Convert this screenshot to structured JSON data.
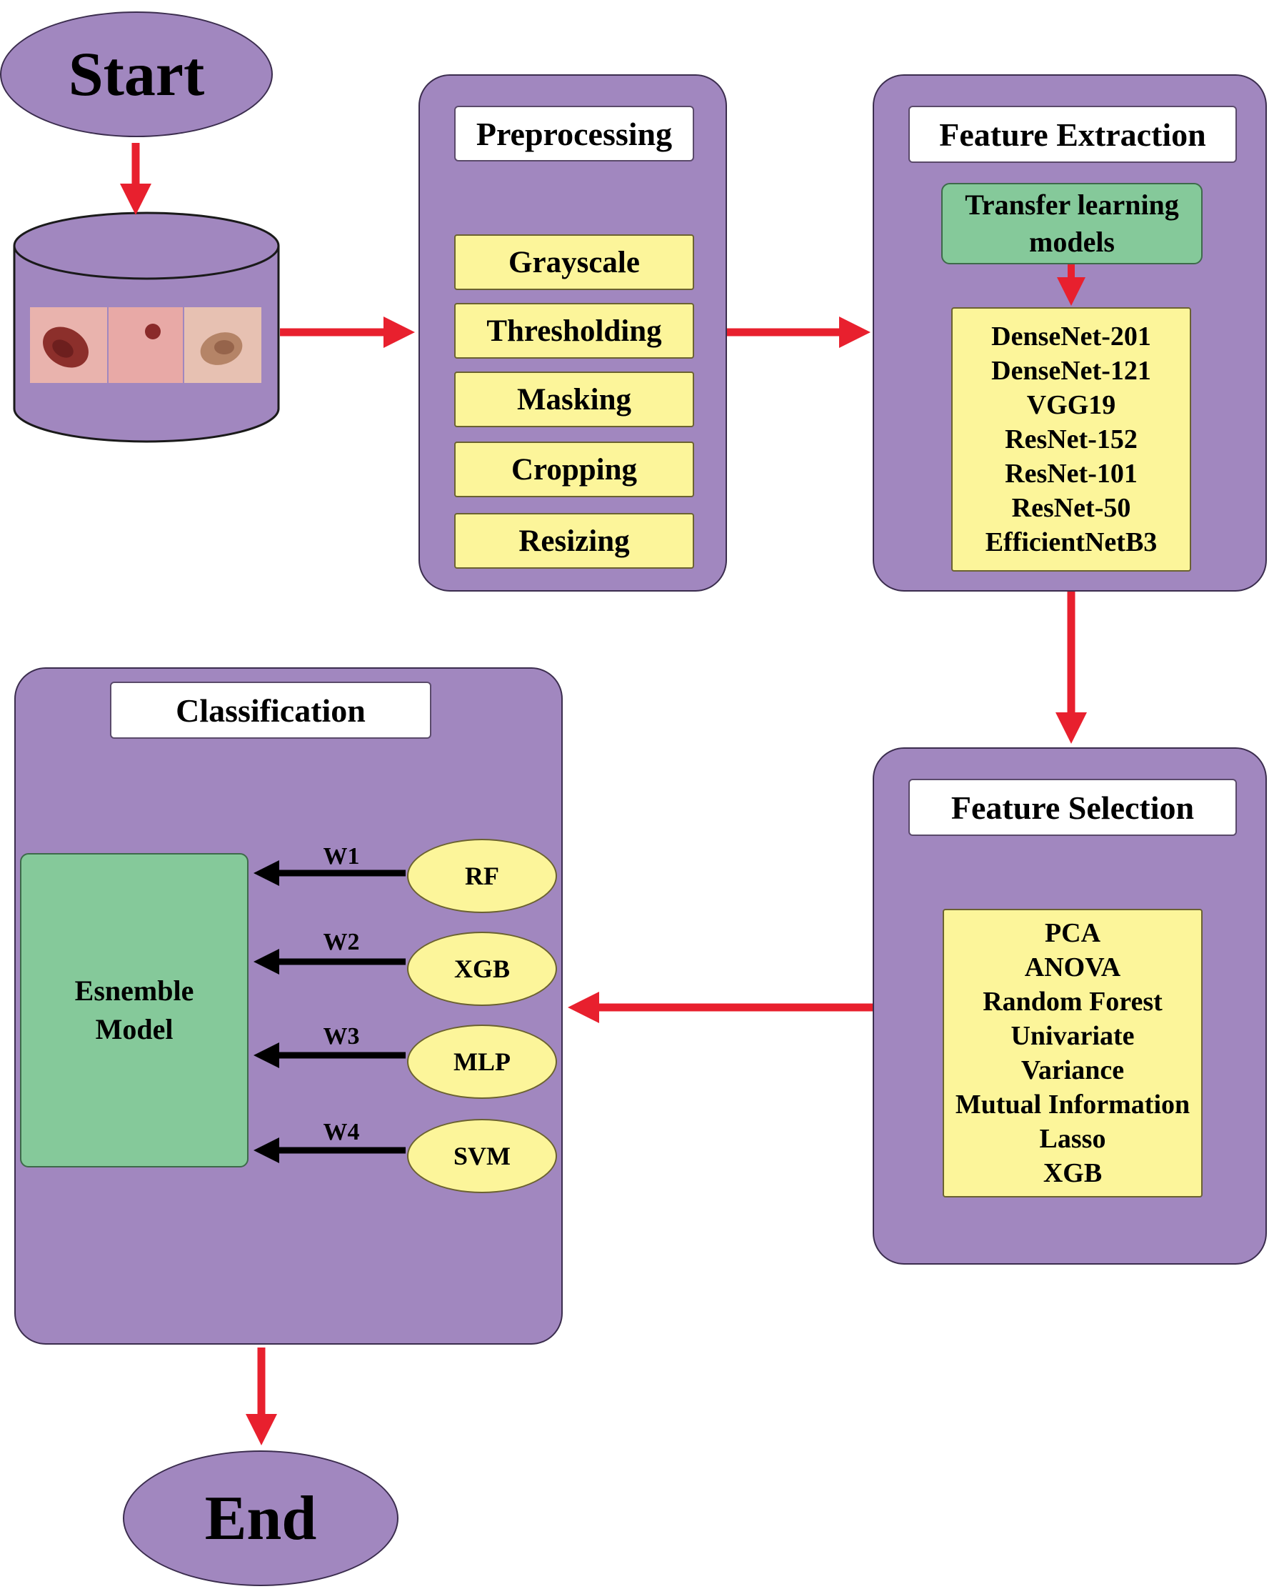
{
  "start_label": "Start",
  "end_label": "End",
  "preprocessing": {
    "title": "Preprocessing",
    "steps": [
      "Grayscale",
      "Thresholding",
      "Masking",
      "Cropping",
      "Resizing"
    ]
  },
  "feature_extraction": {
    "title": "Feature Extraction",
    "transfer_label": "Transfer learning models",
    "models": [
      "DenseNet-201",
      "DenseNet-121",
      "VGG19",
      "ResNet-152",
      "ResNet-101",
      "ResNet-50",
      "EfficientNetB3"
    ]
  },
  "feature_selection": {
    "title": "Feature Selection",
    "methods": [
      "PCA",
      "ANOVA",
      "Random Forest",
      "Univariate",
      "Variance",
      "Mutual Information",
      "Lasso",
      "XGB"
    ]
  },
  "classification": {
    "title": "Classification",
    "ensemble_label": "Esnemble Model",
    "classifiers": [
      {
        "name": "RF",
        "weight": "W1"
      },
      {
        "name": "XGB",
        "weight": "W2"
      },
      {
        "name": "MLP",
        "weight": "W3"
      },
      {
        "name": "SVM",
        "weight": "W4"
      }
    ]
  },
  "colors": {
    "panel": "#a187bf",
    "step_fill": "#fcf59a",
    "model_fill": "#85c99a",
    "flow_arrow": "#e8202e",
    "weight_arrow": "#000000"
  }
}
